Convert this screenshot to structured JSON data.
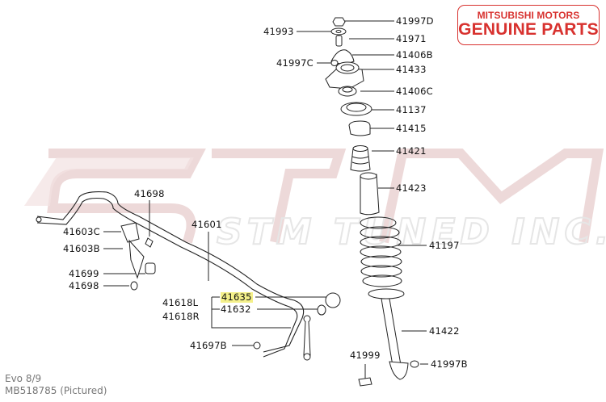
{
  "badge": {
    "line1": "MITSUBISHI MOTORS",
    "line2": "GENUINE PARTS",
    "color": "#d8322f"
  },
  "watermark": {
    "logo_text": "STM",
    "tagline": "STM TUNED INC.",
    "color": "#e7c9c9"
  },
  "labels": {
    "p41997D": "41997D",
    "p41993": "41993",
    "p41971": "41971",
    "p41997C": "41997C",
    "p41406B": "41406B",
    "p41433": "41433",
    "p41406C": "41406C",
    "p41137": "41137",
    "p41415": "41415",
    "p41421": "41421",
    "p41423": "41423",
    "p41197": "41197",
    "p41422": "41422",
    "p41999": "41999",
    "p41997B": "41997B",
    "p41698a": "41698",
    "p41603C": "41603C",
    "p41603B": "41603B",
    "p41699": "41699",
    "p41698b": "41698",
    "p41601": "41601",
    "p41635": "41635",
    "p41618L": "41618L",
    "p41618R": "41618R",
    "p41632": "41632",
    "p41697B": "41697B"
  },
  "highlight": {
    "part": "41635",
    "color": "#f4f08a"
  },
  "caption": {
    "line1": "Evo 8/9",
    "line2": "MB518785  (Pictured)"
  }
}
